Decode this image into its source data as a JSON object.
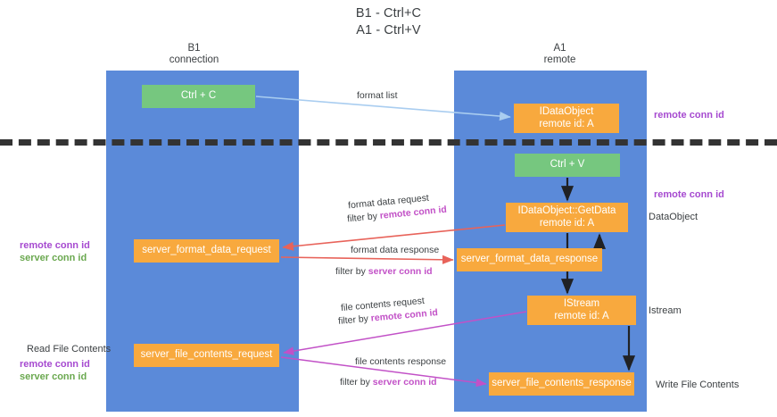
{
  "title": {
    "line1": "B1 - Ctrl+C",
    "line2": "A1 - Ctrl+V"
  },
  "columns": [
    {
      "name": "B1",
      "sub": "connection",
      "color": "#5b8ad9"
    },
    {
      "name": "A1",
      "sub": "remote",
      "color": "#5b8ad9"
    }
  ],
  "nodes": {
    "ctrl_c": {
      "label": "Ctrl + C",
      "sub": "",
      "color": "#76c77f"
    },
    "dataobject": {
      "label": "IDataObject",
      "sub": "remote id: A",
      "color": "#f8a93e"
    },
    "ctrl_v": {
      "label": "Ctrl + V",
      "sub": "",
      "color": "#76c77f"
    },
    "getdata": {
      "label": "IDataObject::GetData",
      "sub": "remote id: A",
      "color": "#f8a93e"
    },
    "fmt_req": {
      "label": "server_format_data_request",
      "sub": "",
      "color": "#f8a93e"
    },
    "fmt_resp": {
      "label": "server_format_data_response",
      "sub": "",
      "color": "#f8a93e"
    },
    "istream": {
      "label": "IStream",
      "sub": "remote id: A",
      "color": "#f8a93e"
    },
    "file_req": {
      "label": "server_file_contents_request",
      "sub": "",
      "color": "#f8a93e"
    },
    "file_resp": {
      "label": "server_file_contents_response",
      "sub": "",
      "color": "#f8a93e"
    }
  },
  "edges": {
    "format_list": "format list",
    "format_data_request": "format data request",
    "format_data_req_filter_prefix": "filter by ",
    "format_data_req_filter_key": "remote conn id",
    "format_data_response": "format data response",
    "format_data_res_filter_prefix": "filter by ",
    "format_data_res_filter_key": "server conn id",
    "file_contents_request": "file contents request",
    "file_req_filter_prefix": "filter by ",
    "file_req_filter_key": "remote conn id",
    "file_contents_response": "file contents response",
    "file_res_filter_prefix": "filter by ",
    "file_res_filter_key": "server conn id"
  },
  "annotations": {
    "right_remote_conn_id_top": "remote conn id",
    "right_remote_conn_id_mid": "remote conn id",
    "right_dataobject": "DataObject",
    "right_istream": "Istream",
    "right_write_file_contents": "Write File Contents",
    "left_remote_conn_id_mid": "remote conn id",
    "left_server_conn_id_mid": "server conn id",
    "left_read_file_contents": "Read File Contents",
    "left_remote_conn_id_bottom": "remote conn id",
    "left_server_conn_id_bottom": "server conn id"
  },
  "colors": {
    "lane": "#5b8ad9",
    "green_node": "#76c77f",
    "orange_node": "#f8a93e",
    "purple_text": "#a64ad0",
    "green_text": "#6aa84f",
    "magenta_text": "#c251c7",
    "arrow_blue": "#a9cdf0",
    "arrow_red": "#e8635a",
    "arrow_magenta": "#c251c7",
    "arrow_black": "#202124",
    "divider": "#333333",
    "background": "#ffffff"
  }
}
